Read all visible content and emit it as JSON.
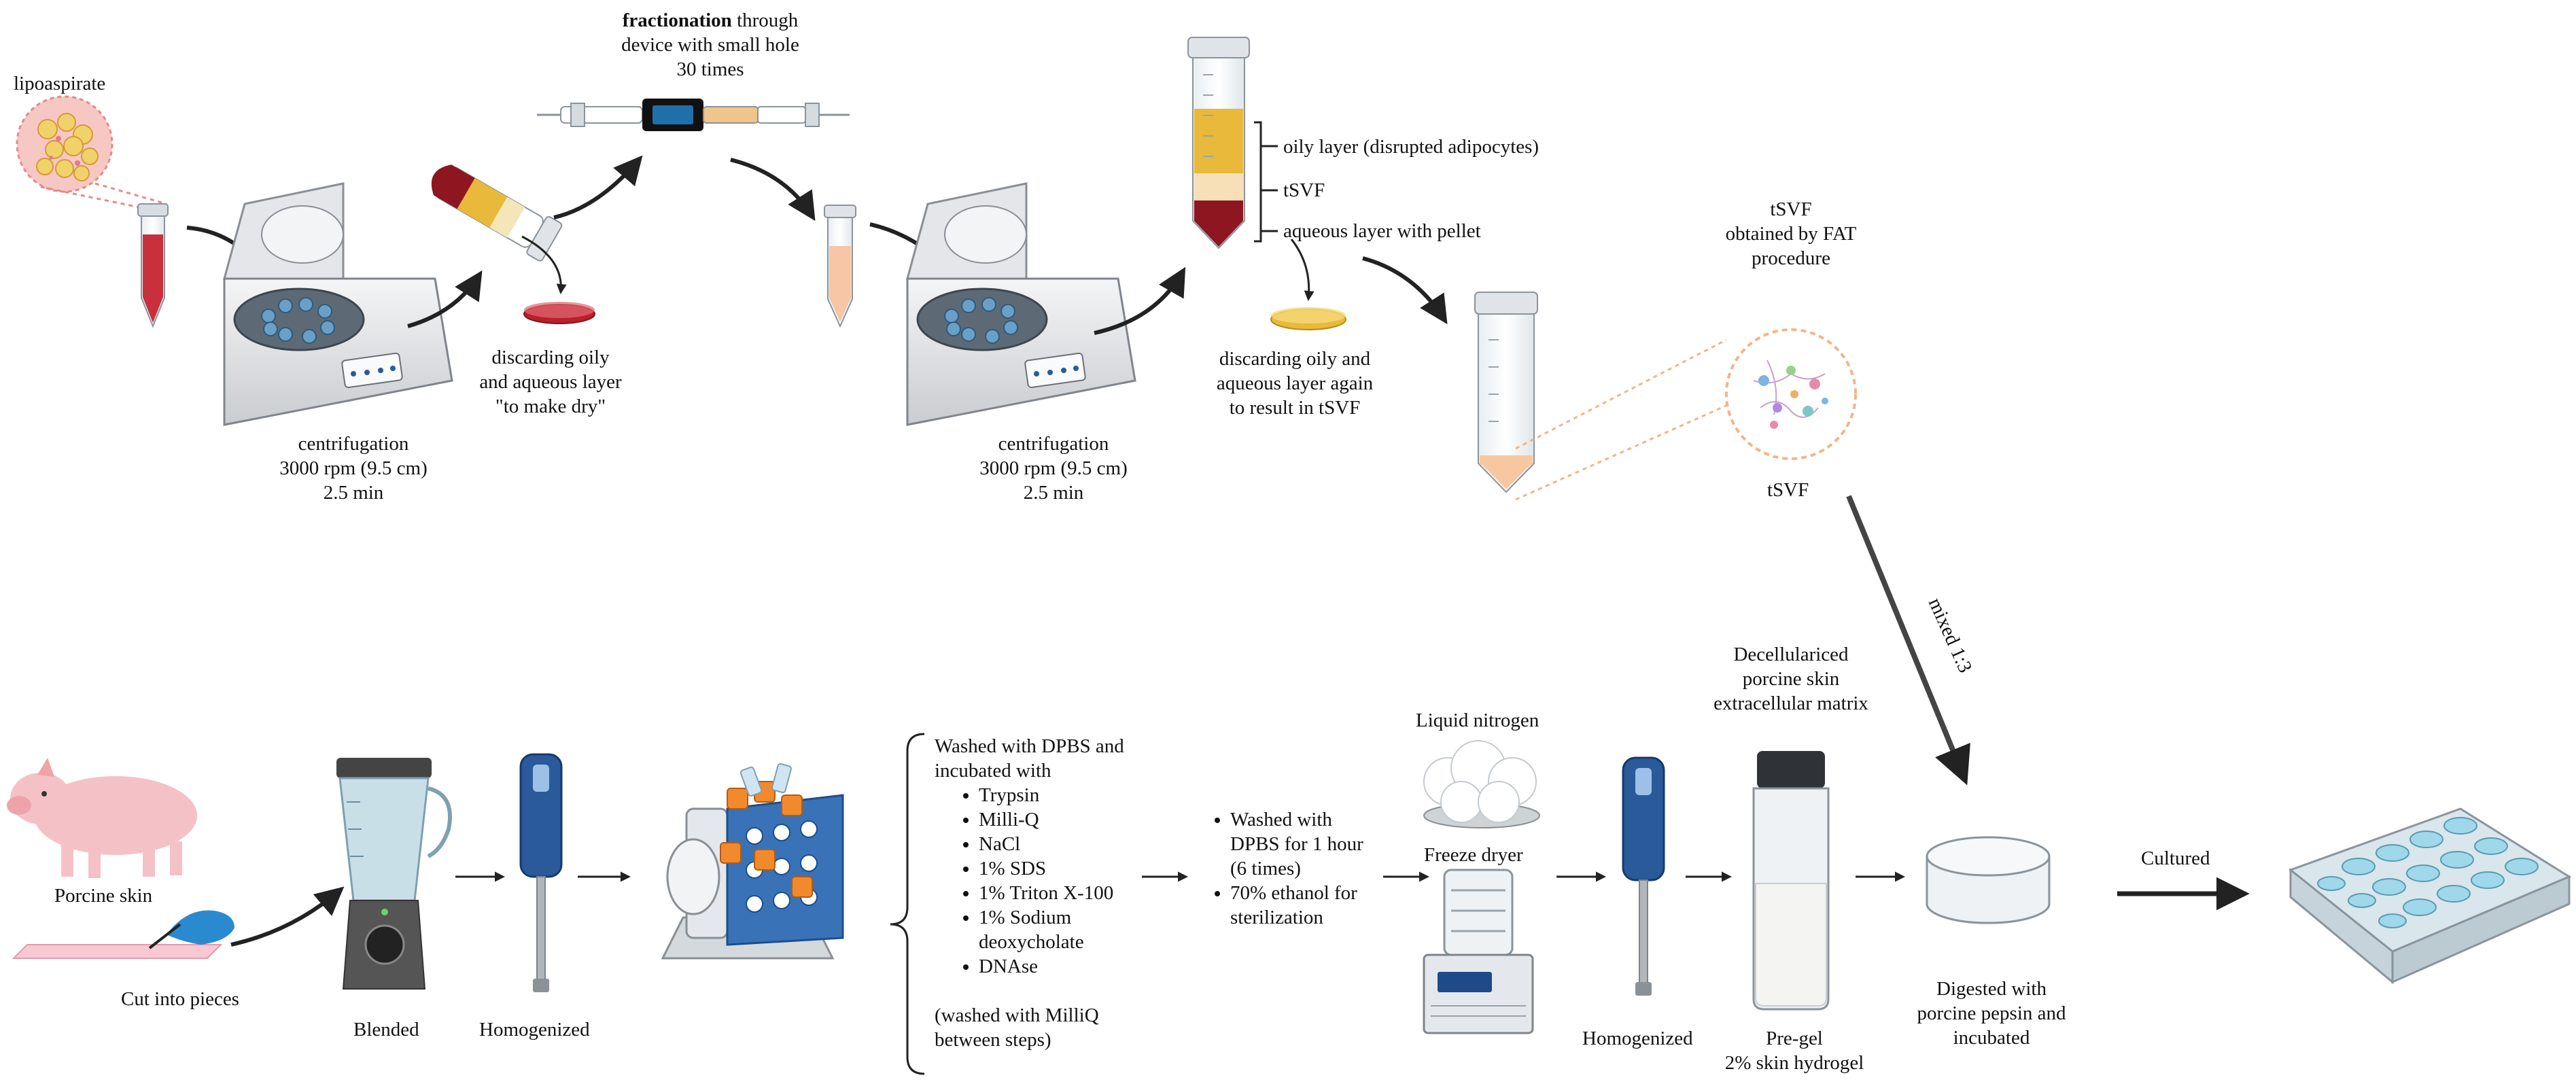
{
  "top_row": {
    "lipoaspirate": "lipoaspirate",
    "fractionation_bold": "fractionation",
    "fractionation_rest": " through",
    "fractionation_line2": "device with small hole",
    "fractionation_line3": "30 times",
    "discard1": [
      "discarding oily",
      "and aqueous layer",
      "\"to make dry\""
    ],
    "centrifugation1": [
      "centrifugation",
      "3000 rpm (9.5 cm)",
      "2.5 min"
    ],
    "centrifugation2": [
      "centrifugation",
      "3000 rpm (9.5 cm)",
      "2.5 min"
    ],
    "layers": [
      "oily layer (disrupted adipocytes)",
      "tSVF",
      "aqueous layer with pellet"
    ],
    "discard2": [
      "discarding oily and",
      "aqueous layer again",
      "to result in tSVF"
    ],
    "tsvf_obtained": [
      "tSVF",
      "obtained by FAT",
      "procedure"
    ],
    "tsvf_label": "tSVF",
    "mixed": "mixed 1:3"
  },
  "bottom_row": {
    "porcine_skin": "Porcine skin",
    "cut": "Cut into pieces",
    "blended": "Blended",
    "homogenized1": "Homogenized",
    "washed_intro": [
      "Washed with DPBS and",
      "incubated with"
    ],
    "washed_items": [
      "Trypsin",
      "Milli-Q",
      "NaCl",
      "1% SDS",
      "1% Triton X-100",
      "1% Sodium",
      "DNAse"
    ],
    "sodium_line2": "deoxycholate",
    "washed_note": [
      "(washed with MilliQ",
      "between steps)"
    ],
    "wash2_items": [
      "Washed with",
      "70% ethanol for"
    ],
    "wash2_lines": [
      "DPBS for 1 hour",
      "(6 times)",
      "sterilization"
    ],
    "liquid_nitrogen": "Liquid nitrogen",
    "freeze_dryer": "Freeze dryer",
    "homogenized2": "Homogenized",
    "decell": [
      "Decellulariced",
      "porcine skin",
      "extracellular matrix"
    ],
    "pregel": [
      "Pre-gel",
      "2% skin hydrogel"
    ],
    "digested": [
      "Digested with",
      "porcine pepsin and",
      "incubated"
    ],
    "cultured": "Cultured"
  },
  "colors": {
    "blood": "#b8202c",
    "oil": "#e8b93a",
    "device_blue": "#2a5a9a",
    "pig_pink": "#f4c2c6",
    "orange_cap": "#f08a2c",
    "well_blue": "#9fd8ea",
    "tsvf_peach": "#f7c8a0"
  }
}
